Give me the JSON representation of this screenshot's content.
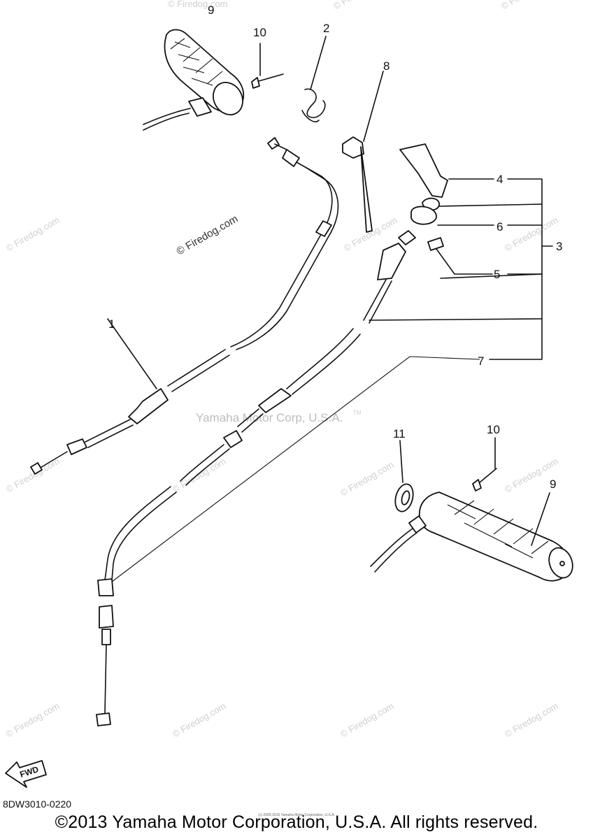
{
  "callouts": [
    "1",
    "2",
    "3",
    "4",
    "5",
    "6",
    "7",
    "8",
    "9",
    "9",
    "10",
    "10",
    "11"
  ],
  "watermark": "© Firedog.com",
  "center_watermark": "Yamaha Motor Corp, U.S.A.",
  "center_watermark_tm": "TM",
  "fwd_label": "FWD",
  "diagram_code": "8DW3010-0220",
  "copyright": "©2013 Yamaha Motor Corporation, U.S.A. All rights reserved.",
  "fine_print": "(c) 2005-2015 Yamaha Motor Corporation, U.S.A."
}
